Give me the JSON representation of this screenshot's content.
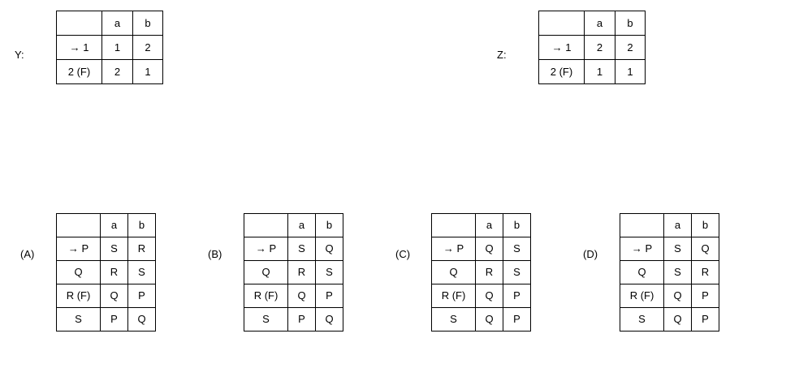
{
  "machines": [
    {
      "id": "Y",
      "label": "Y:",
      "header": [
        "",
        "a",
        "b"
      ],
      "rows": [
        [
          "→ 1",
          "1",
          "2"
        ],
        [
          "2 (F)",
          "2",
          "1"
        ]
      ]
    },
    {
      "id": "Z",
      "label": "Z:",
      "header": [
        "",
        "a",
        "b"
      ],
      "rows": [
        [
          "→ 1",
          "2",
          "2"
        ],
        [
          "2 (F)",
          "1",
          "1"
        ]
      ]
    }
  ],
  "options": [
    {
      "id": "A",
      "label": "(A)",
      "header": [
        "",
        "a",
        "b"
      ],
      "rows": [
        [
          "→ P",
          "S",
          "R"
        ],
        [
          "Q",
          "R",
          "S"
        ],
        [
          "R (F)",
          "Q",
          "P"
        ],
        [
          "S",
          "P",
          "Q"
        ]
      ]
    },
    {
      "id": "B",
      "label": "(B)",
      "header": [
        "",
        "a",
        "b"
      ],
      "rows": [
        [
          "→ P",
          "S",
          "Q"
        ],
        [
          "Q",
          "R",
          "S"
        ],
        [
          "R (F)",
          "Q",
          "P"
        ],
        [
          "S",
          "P",
          "Q"
        ]
      ]
    },
    {
      "id": "C",
      "label": "(C)",
      "header": [
        "",
        "a",
        "b"
      ],
      "rows": [
        [
          "→ P",
          "Q",
          "S"
        ],
        [
          "Q",
          "R",
          "S"
        ],
        [
          "R (F)",
          "Q",
          "P"
        ],
        [
          "S",
          "Q",
          "P"
        ]
      ]
    },
    {
      "id": "D",
      "label": "(D)",
      "header": [
        "",
        "a",
        "b"
      ],
      "rows": [
        [
          "→ P",
          "S",
          "Q"
        ],
        [
          "Q",
          "S",
          "R"
        ],
        [
          "R (F)",
          "Q",
          "P"
        ],
        [
          "S",
          "Q",
          "P"
        ]
      ]
    }
  ]
}
